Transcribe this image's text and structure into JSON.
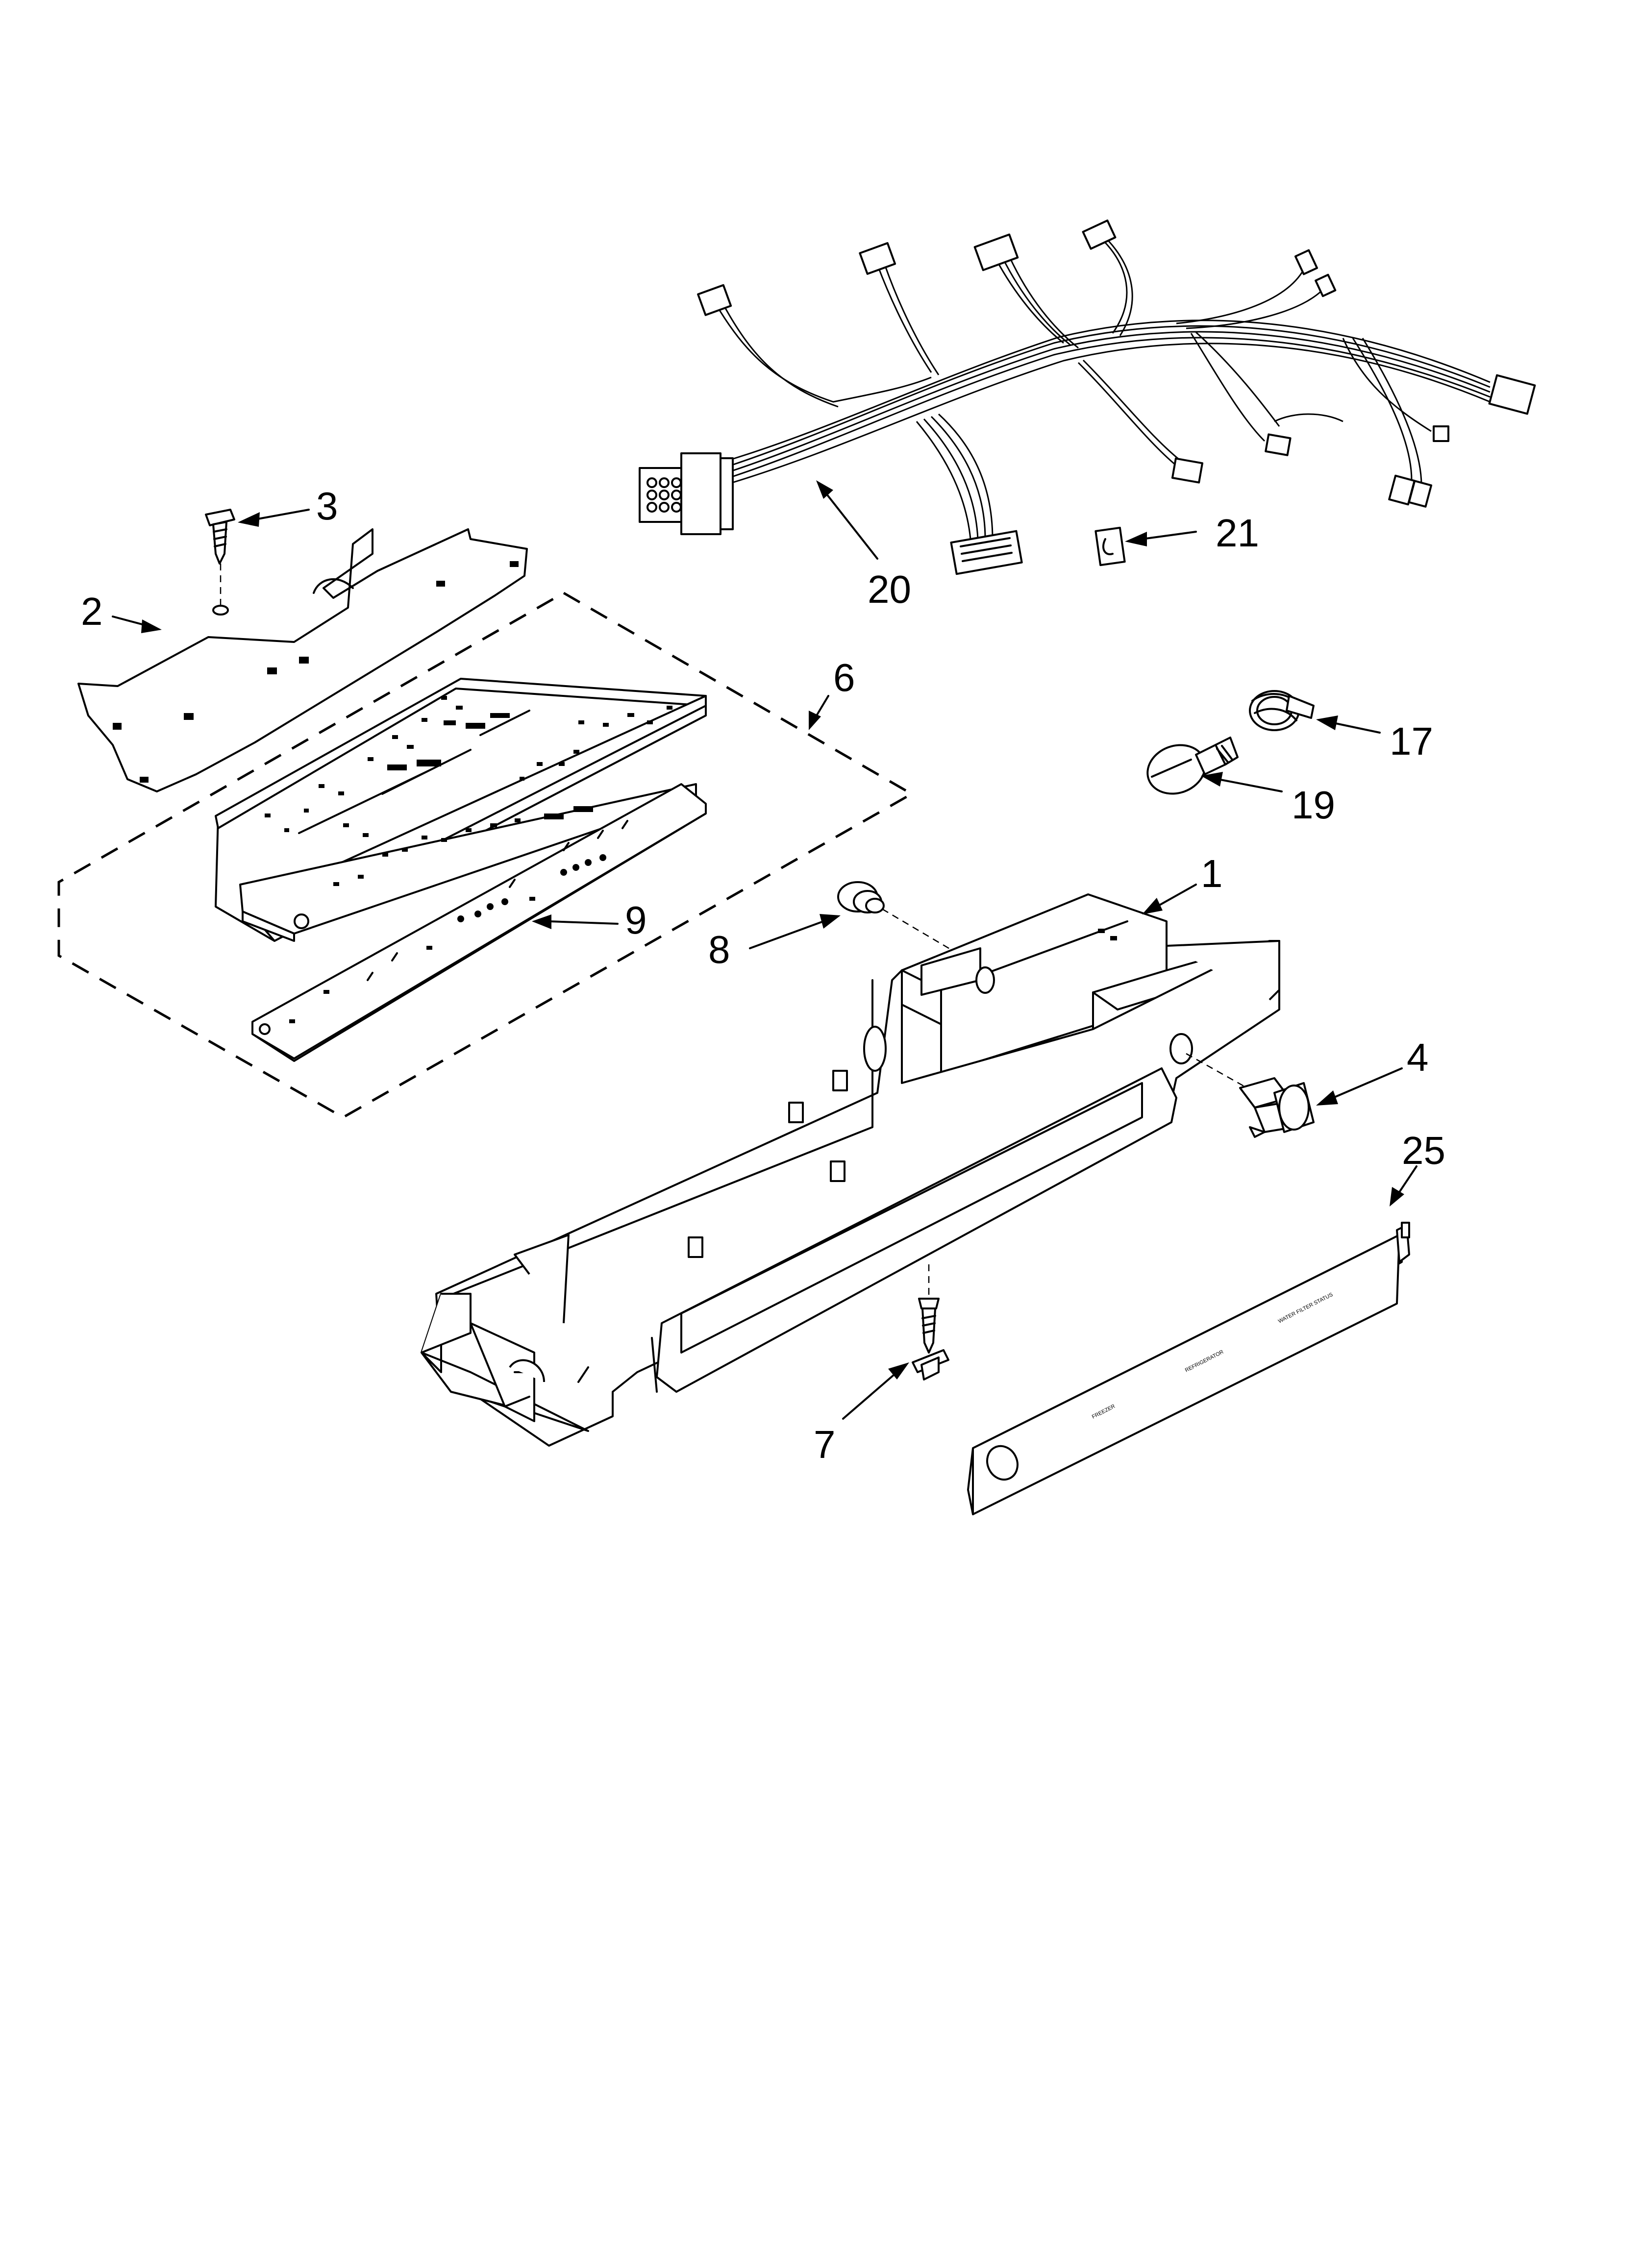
{
  "diagram": {
    "callouts": [
      {
        "id": "1",
        "label": "1"
      },
      {
        "id": "2",
        "label": "2"
      },
      {
        "id": "3",
        "label": "3"
      },
      {
        "id": "4",
        "label": "4"
      },
      {
        "id": "6",
        "label": "6"
      },
      {
        "id": "7",
        "label": "7"
      },
      {
        "id": "8",
        "label": "8"
      },
      {
        "id": "9",
        "label": "9"
      },
      {
        "id": "17",
        "label": "17"
      },
      {
        "id": "19",
        "label": "19"
      },
      {
        "id": "20",
        "label": "20"
      },
      {
        "id": "21",
        "label": "21"
      },
      {
        "id": "25",
        "label": "25"
      }
    ],
    "overlay_labels": {
      "freezer": "FREEZER",
      "refrigerator": "REFRIGERATOR",
      "water_filter": "WATER FILTER STATUS"
    }
  }
}
